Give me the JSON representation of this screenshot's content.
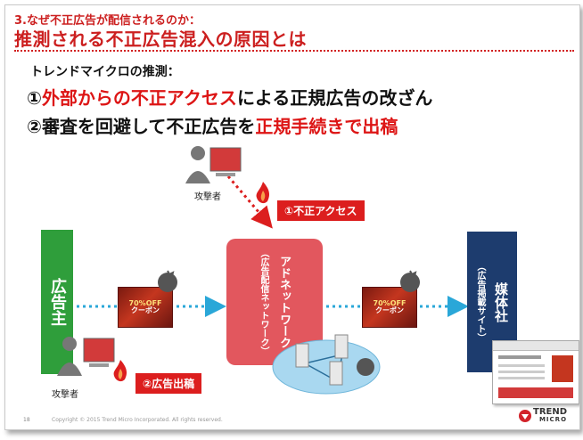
{
  "header": {
    "section": "3.なぜ不正広告が配信されるのか：",
    "title": "推測される不正広告混入の原因とは"
  },
  "analysis": {
    "intro": "トレンドマイクロの推測：",
    "point1": {
      "num": "①",
      "red": "外部からの不正アクセス",
      "rest": "による正規広告の改ざん"
    },
    "point2": {
      "num": "②",
      "pre": "審査を回避して不正広告を",
      "red": "正規手続きで出稿"
    }
  },
  "diagram": {
    "advertiser": "広告主",
    "ad_network": "アドネットワーク",
    "ad_network_sub": "（広告配信ネットワーク）",
    "publisher": "媒体社",
    "publisher_sub": "（広告掲載サイト）",
    "attacker_top": "攻撃者",
    "attacker_bottom": "攻撃者",
    "callout_access": "①不正アクセス",
    "callout_submit": "②広告出稿",
    "coupon_big": "70%OFF",
    "coupon_small": "クーポン"
  },
  "footer": {
    "page": "18",
    "copyright": "Copyright © 2015 Trend Micro Incorporated. All rights reserved.",
    "brand_top": "TREND",
    "brand_bottom": "MICRO"
  },
  "colors": {
    "accent_red": "#dc1e1e",
    "advertiser_green": "#2f9e3b",
    "network_pink": "#e2575e",
    "publisher_navy": "#1d3c6e",
    "flow_blue": "#2aa7d8"
  },
  "icons": [
    "attacker-pc-icon",
    "fire-icon",
    "malware-bomb-icon",
    "server-network-icon",
    "brand-logo-icon"
  ]
}
